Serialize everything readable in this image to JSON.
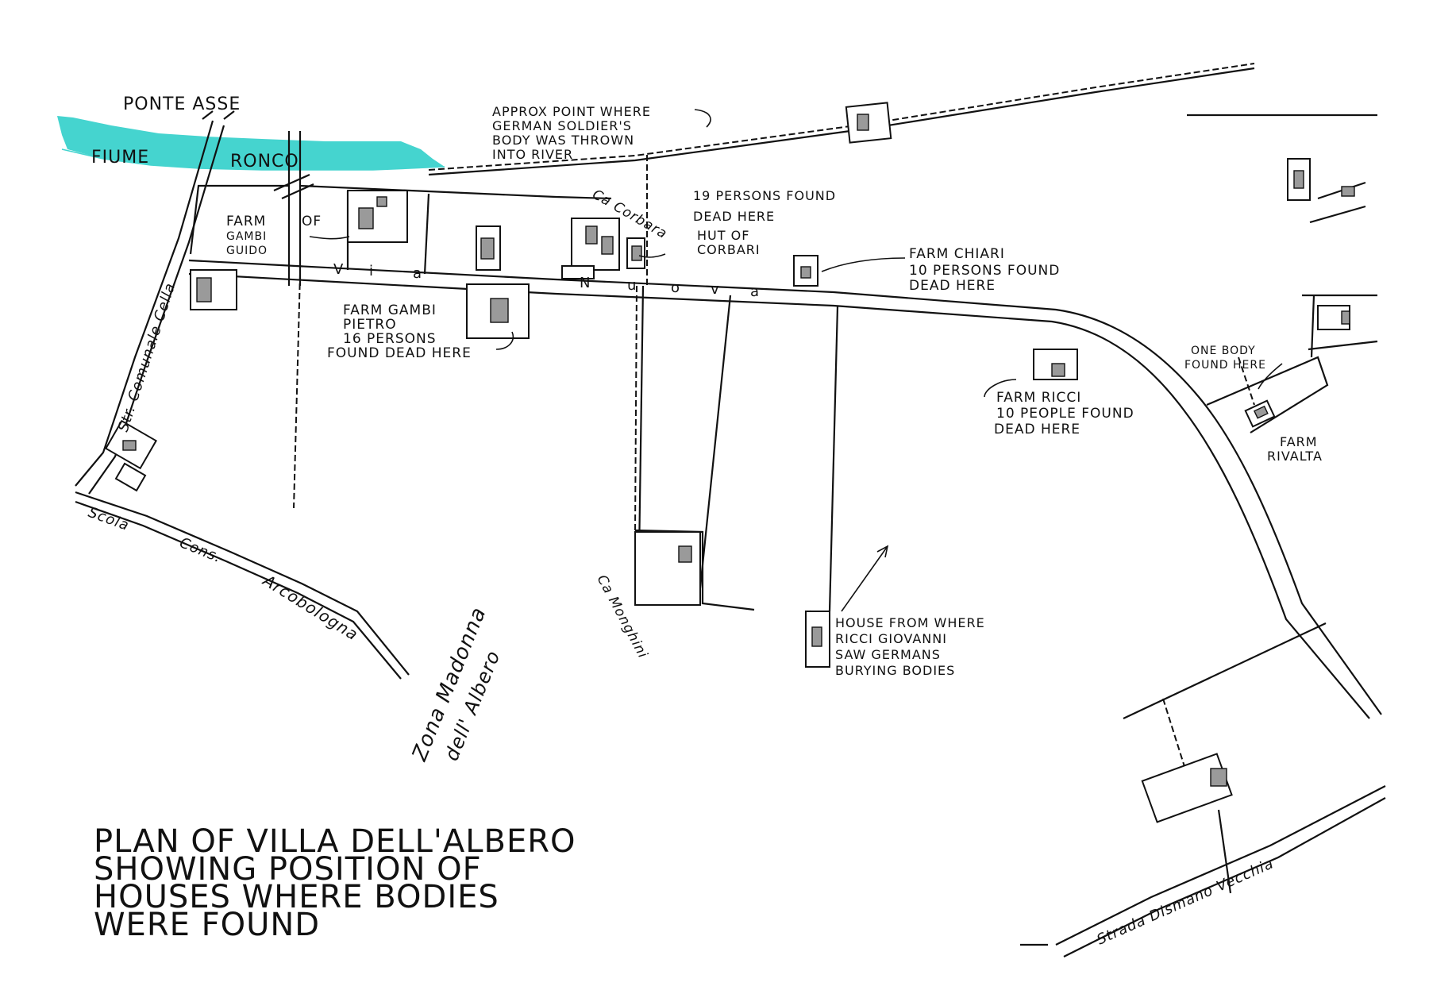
{
  "title_lines": [
    "PLAN OF VILLA DELL'ALBERO",
    "SHOWING POSITION OF",
    "HOUSES WHERE BODIES",
    "WERE FOUND"
  ],
  "colors": {
    "river": "#45d4cf",
    "ink": "#111111",
    "paper": "#ffffff"
  },
  "labels": {
    "ponte_asse": "PONTE ASSE",
    "fiume": "FIUME",
    "ronco": "RONCO",
    "approx_point": [
      "APPROX POINT WHERE",
      "GERMAN SOLDIER'S",
      "BODY WAS THROWN",
      "INTO RIVER"
    ],
    "farm_gambi_guido": [
      "FARM",
      "OF",
      "GAMBI",
      "GUIDO"
    ],
    "ca_corbara": "Ca Corbara",
    "nineteen_persons": [
      "19 PERSONS FOUND",
      "DEAD HERE"
    ],
    "hut_of_corbari": [
      "HUT OF",
      "CORBARI"
    ],
    "farm_chiari": [
      "FARM CHIARI",
      "10 PERSONS FOUND",
      "DEAD HERE"
    ],
    "via_nuova": [
      "V",
      "i",
      "a",
      "N",
      "u",
      "o",
      "v",
      "a"
    ],
    "farm_gambi_pietro": [
      "FARM GAMBI",
      "PIETRO",
      "16 PERSONS",
      "FOUND DEAD HERE"
    ],
    "str_comunale_cella": "Str. Comunale Cella",
    "one_body": [
      "ONE BODY",
      "FOUND HERE"
    ],
    "farm_ricci": [
      "FARM RICCI",
      "10 PEOPLE FOUND",
      "DEAD HERE"
    ],
    "farm_rivalta": [
      "FARM",
      "RIVALTA"
    ],
    "scola": "Scola",
    "cons": "Cons.",
    "arcobologna": "Arcobologna",
    "zona_madonna": "Zona Madonna",
    "dell_albero": "dell' Albero",
    "ca_monghini": "Ca Monghini",
    "house_ricci": [
      "HOUSE FROM WHERE",
      "RICCI GIOVANNI",
      "SAW GERMANS",
      "BURYING BODIES"
    ],
    "strada_dismano": "Strada Dismano Vecchia"
  }
}
